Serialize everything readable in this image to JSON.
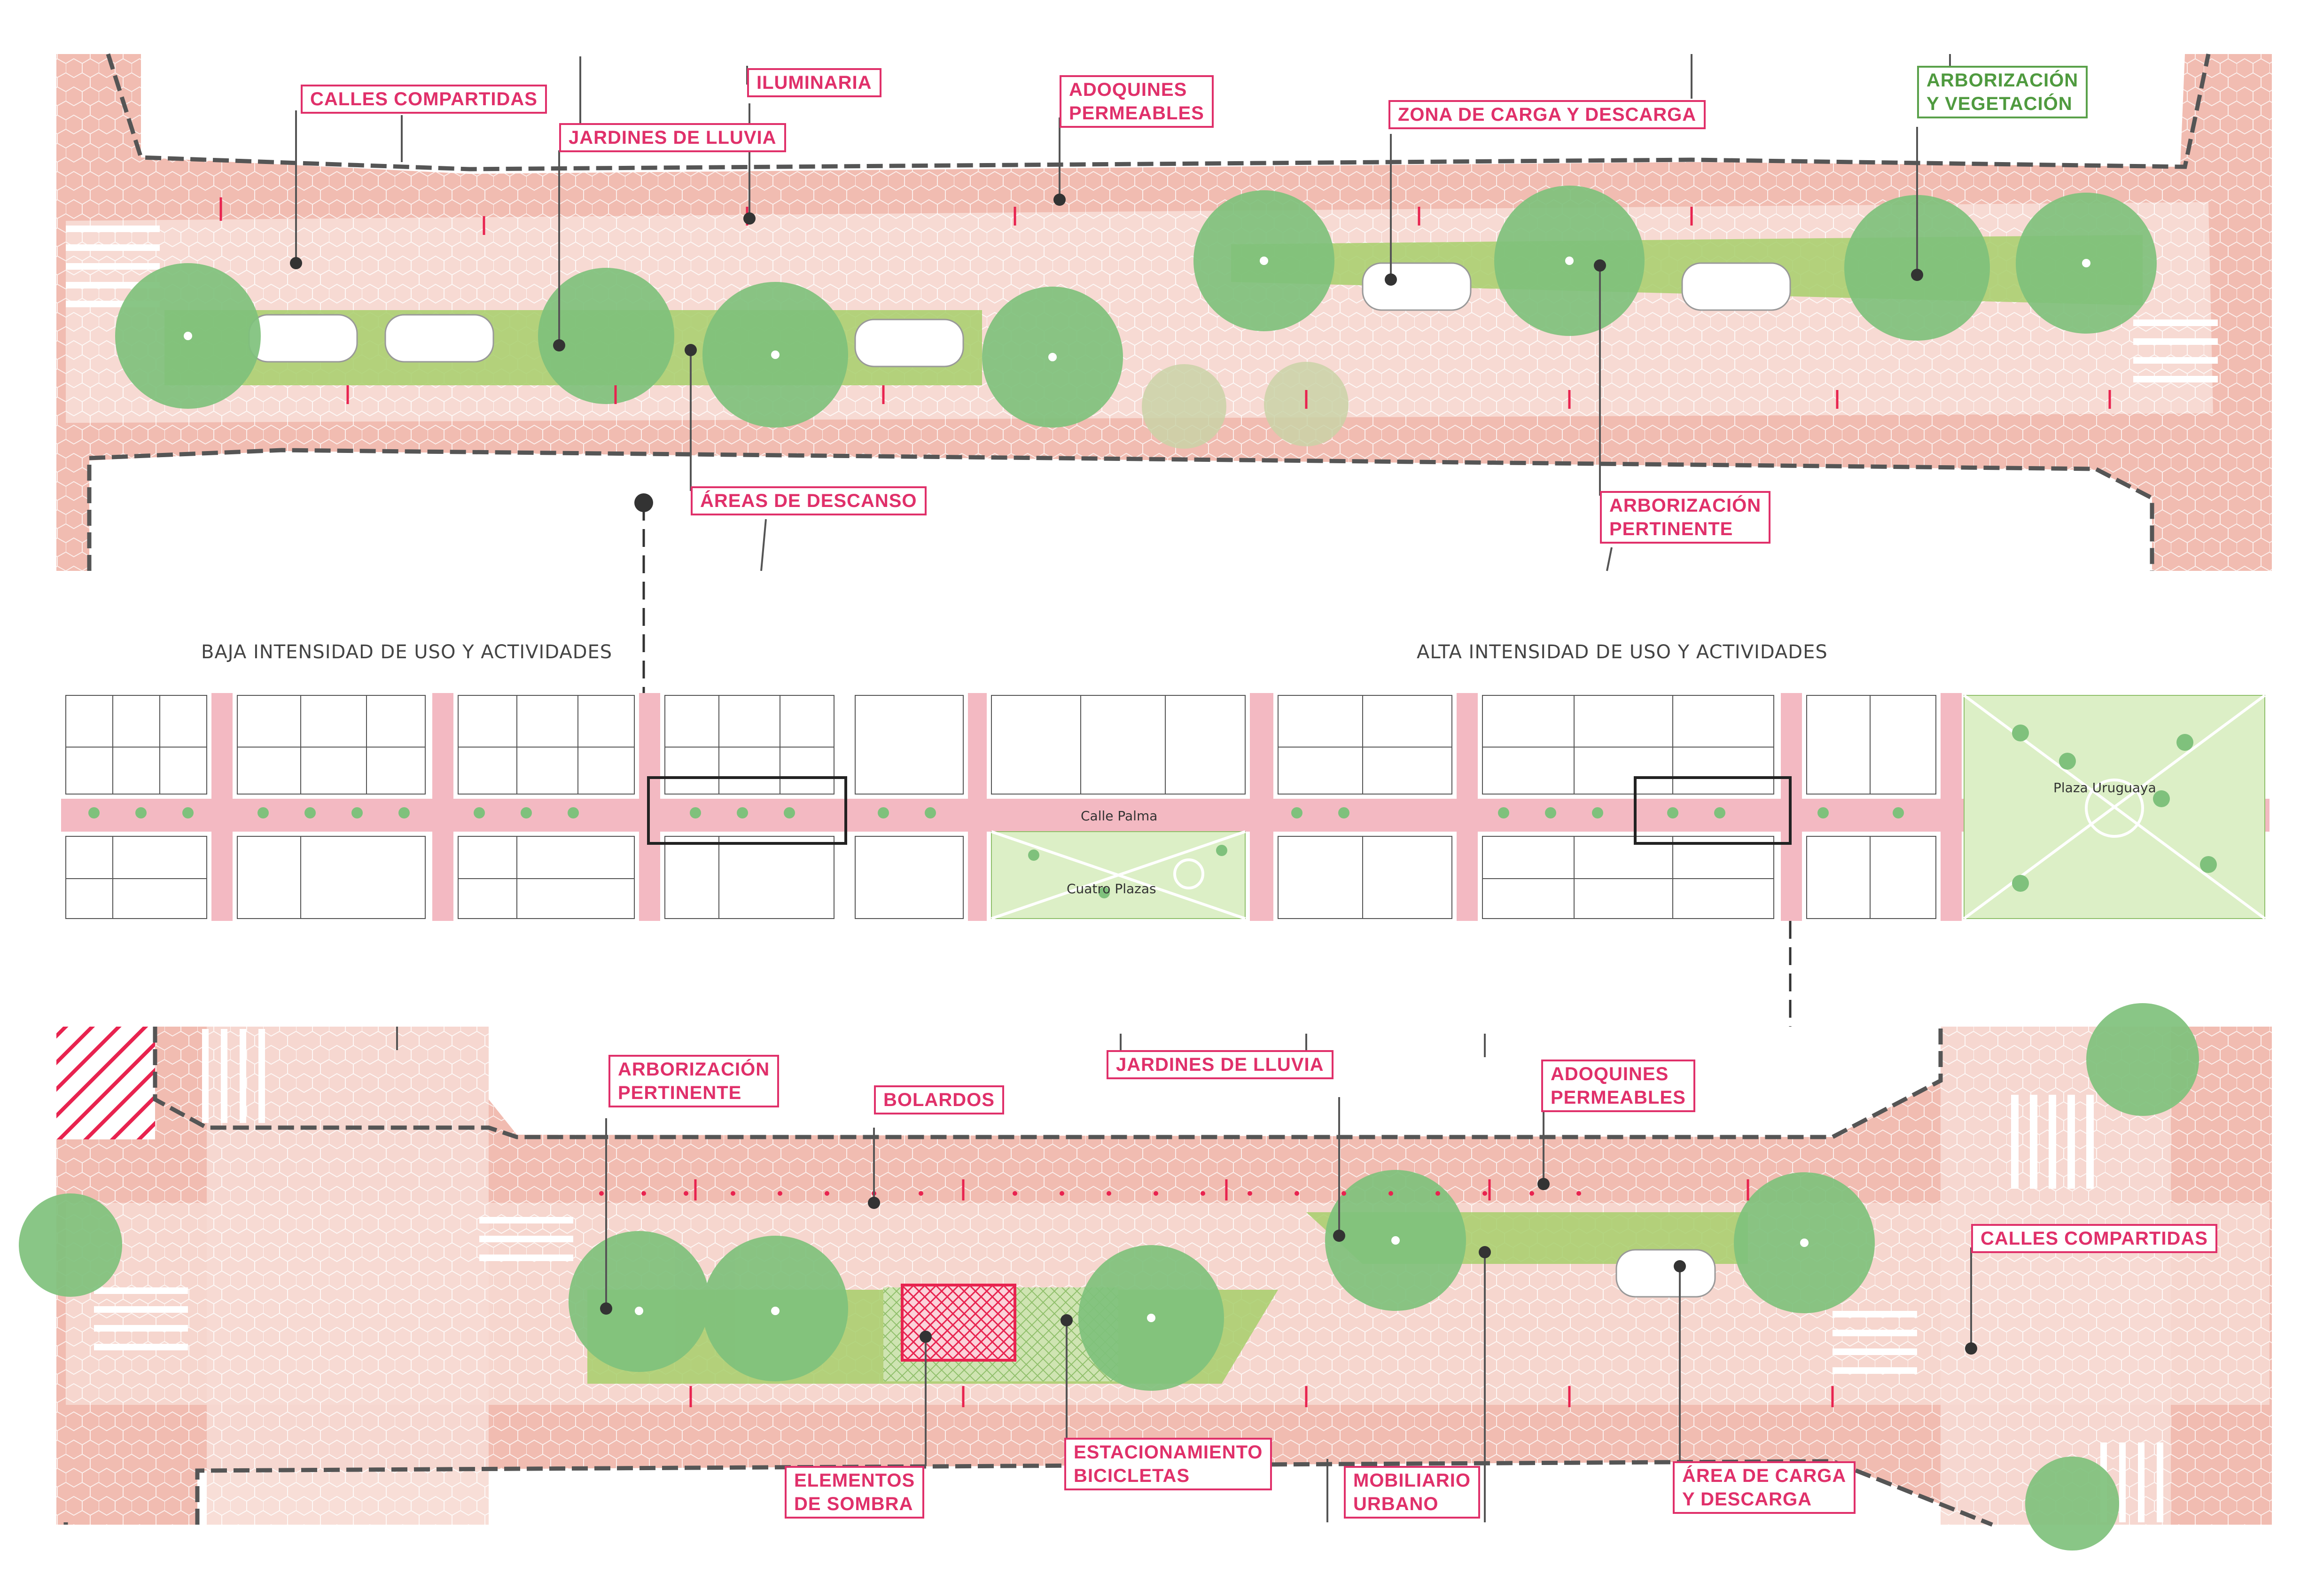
{
  "colors": {
    "paving": "#f1bcb1",
    "paving_light": "#f6d7d0",
    "curb": "#555555",
    "garden": "#a7cf6b",
    "tree": "#7fc17c",
    "label_magenta": "#e0306a",
    "label_green": "#5aa14a",
    "shade_red": "#e8234f",
    "building_fill": "#ffffff",
    "plaza_fill": "#dcefc6"
  },
  "top_plan": {
    "labels": {
      "calles_compartidas": "CALLES COMPARTIDAS",
      "jardines_de_lluvia": "JARDINES DE LLUVIA",
      "iluminaria": "ILUMINARIA",
      "adoquines_permeables": "ADOQUINES\nPERMEABLES",
      "zona_de_carga": "ZONA DE CARGA Y DESCARGA",
      "arborizacion_vegetacion": "ARBORIZACIÓN\nY VEGETACIÓN",
      "areas_de_descanso": "ÁREAS DE DESCANSO",
      "arborizacion_pertinente": "ARBORIZACIÓN\nPERTINENTE"
    }
  },
  "context_map": {
    "low_intensity": "BAJA INTENSIDAD DE USO Y ACTIVIDADES",
    "high_intensity": "ALTA INTENSIDAD DE USO Y ACTIVIDADES",
    "street_name": "Calle Palma",
    "cuatro_plazas": "Cuatro Plazas",
    "plaza_uruguaya": "Plaza Uruguaya"
  },
  "bottom_plan": {
    "labels": {
      "arborizacion_pertinente": "ARBORIZACIÓN\nPERTINENTE",
      "bolardos": "BOLARDOS",
      "jardines_de_lluvia": "JARDINES DE LLUVIA",
      "adoquines_permeables": "ADOQUINES\nPERMEABLES",
      "calles_compartidas": "CALLES COMPARTIDAS",
      "elementos_de_sombra": "ELEMENTOS\nDE SOMBRA",
      "estacionamiento_bicicletas": "ESTACIONAMIENTO\nBICICLETAS",
      "mobiliario_urbano": "MOBILIARIO\nURBANO",
      "area_de_carga": "ÁREA DE CARGA\nY DESCARGA"
    }
  }
}
